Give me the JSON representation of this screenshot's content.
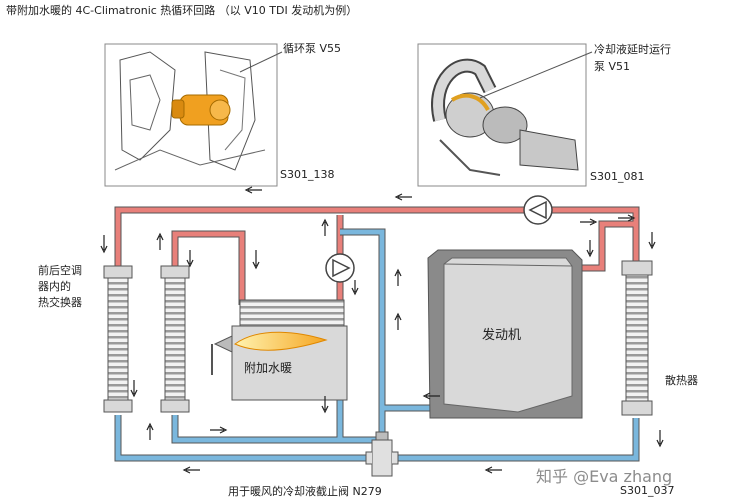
{
  "title": "带附加水暖的 4C-Climatronic 热循环回路 （以 V10 TDI 发动机为例）",
  "labels": {
    "pump_v55": "循环泵 V55",
    "pump_v51_line1": "冷却液延时运行",
    "pump_v51_line2": "泵 V51",
    "ref_left": "S301_138",
    "ref_right": "S301_081",
    "hx_line1": "前后空调",
    "hx_line2": "器内的",
    "hx_line3": "热交换器",
    "aux_heater": "附加水暖",
    "engine": "发动机",
    "radiator": "散热器",
    "valve": "用于暖风的冷却液截止阀 N279",
    "ref_bottom": "S301_037"
  },
  "watermark": "知乎 @Eva zhang",
  "colors": {
    "hot": "#e8807a",
    "cold": "#7ab7dd",
    "engine_dark": "#888888",
    "engine_light": "#d9d9d9",
    "flame": "#f5a623"
  }
}
